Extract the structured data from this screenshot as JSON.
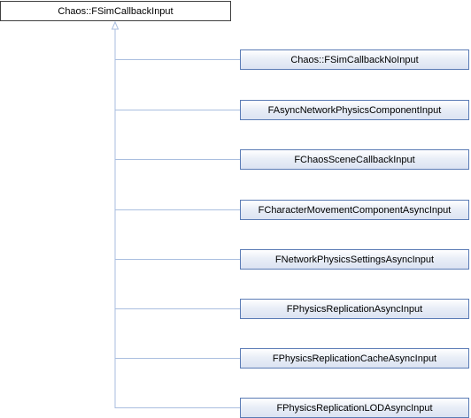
{
  "diagram": {
    "type": "inheritance-graph",
    "base_class": {
      "label": "Chaos::FSimCallbackInput"
    },
    "derived_classes": [
      {
        "label": "Chaos::FSimCallbackNoInput"
      },
      {
        "label": "FAsyncNetworkPhysicsComponentInput"
      },
      {
        "label": "FChaosSceneCallbackInput"
      },
      {
        "label": "FCharacterMovementComponentAsyncInput"
      },
      {
        "label": "FNetworkPhysicsSettingsAsyncInput"
      },
      {
        "label": "FPhysicsReplicationAsyncInput"
      },
      {
        "label": "FPhysicsReplicationCacheAsyncInput"
      },
      {
        "label": "FPhysicsReplicationLODAsyncInput"
      }
    ],
    "colors": {
      "connector": "#a9bedf",
      "base_border": "#3f3f3f",
      "child_border": "#5a7bb5"
    }
  }
}
